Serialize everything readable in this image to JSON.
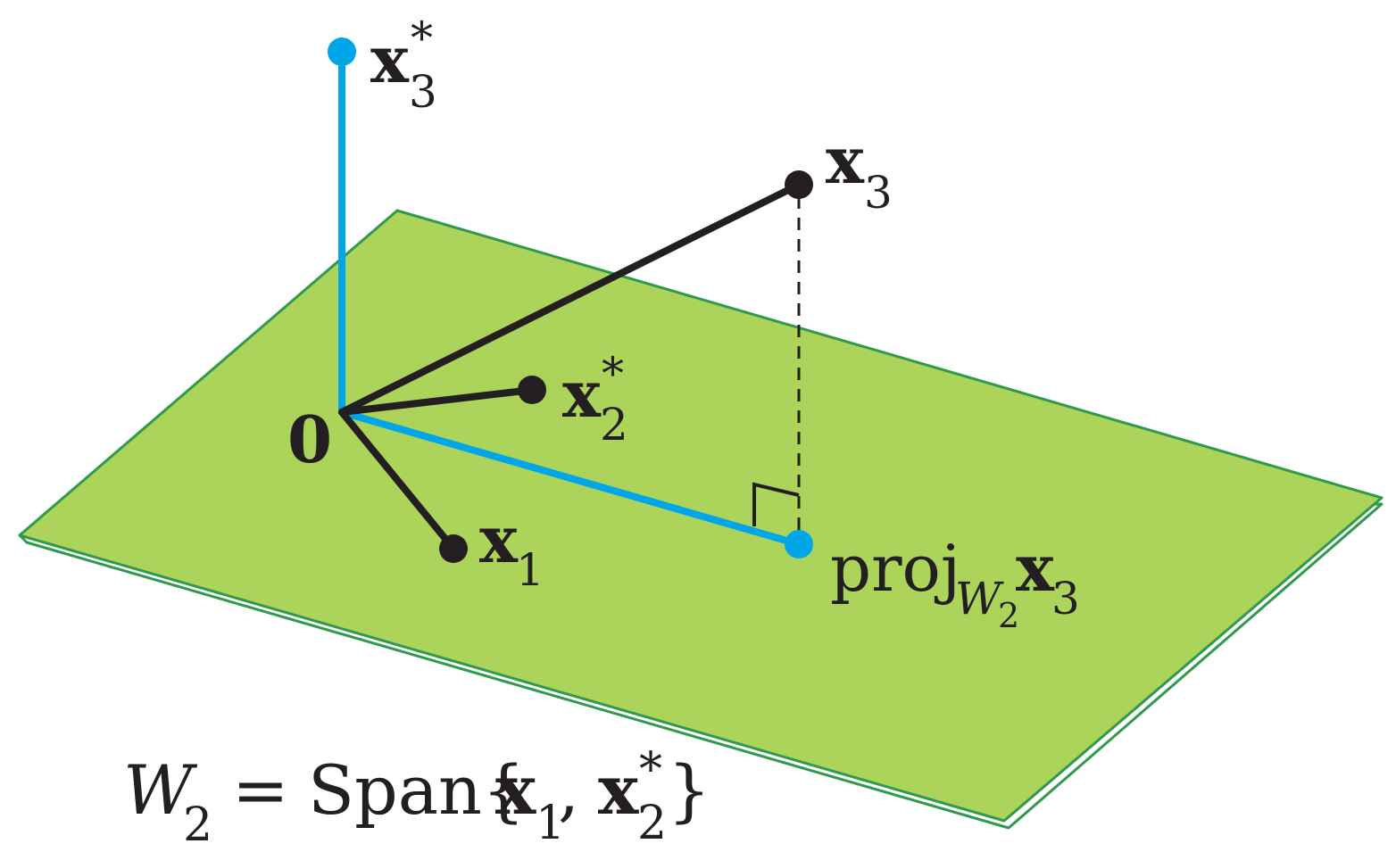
{
  "colors": {
    "plane_fill": "#acd45a",
    "plane_edge": "#2f9a4c",
    "vector_black": "#231f20",
    "vector_blue": "#00a6e8",
    "background": "#ffffff"
  },
  "labels": {
    "origin": "0",
    "x3_star_base": "x",
    "x3_star_sup": "*",
    "x3_star_sub": "3",
    "x3_base": "x",
    "x3_sub": "3",
    "x2_star_base": "x",
    "x2_star_sup": "*",
    "x2_star_sub": "2",
    "x1_base": "x",
    "x1_sub": "1",
    "proj_word": "proj",
    "proj_W": "W",
    "proj_W_sub": "2",
    "proj_x": "x",
    "proj_x_sub": "3"
  },
  "caption": {
    "W": "W",
    "W_sub": "2",
    "equals": "=",
    "span_open": "Span{",
    "x1": "x",
    "x1_sub": "1",
    "comma": ",",
    "x2": "x",
    "x2_sup": "*",
    "x2_sub": "2",
    "span_close": "}"
  }
}
